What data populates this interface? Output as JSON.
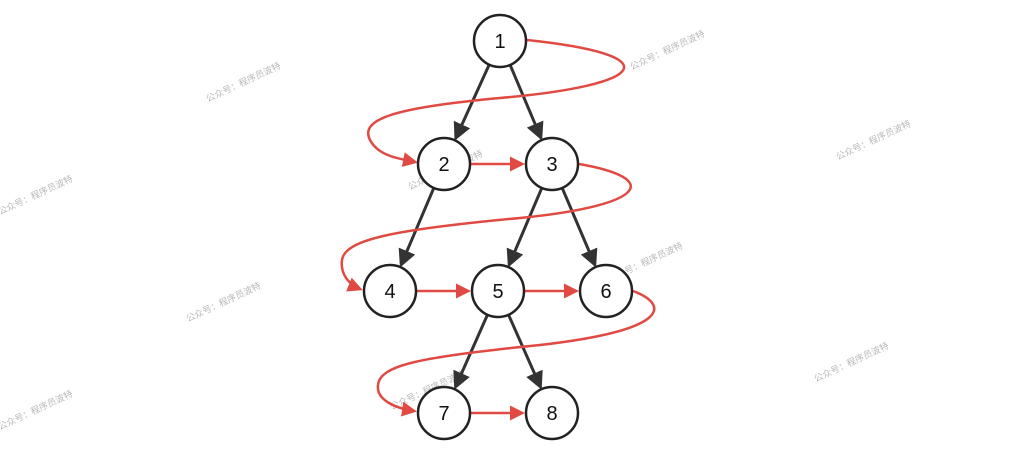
{
  "diagram": {
    "type": "binary-tree-level-order-traversal",
    "nodes": [
      {
        "id": 1,
        "label": "1"
      },
      {
        "id": 2,
        "label": "2"
      },
      {
        "id": 3,
        "label": "3"
      },
      {
        "id": 4,
        "label": "4"
      },
      {
        "id": 5,
        "label": "5"
      },
      {
        "id": 6,
        "label": "6"
      },
      {
        "id": 7,
        "label": "7"
      },
      {
        "id": 8,
        "label": "8"
      }
    ],
    "edges": [
      {
        "from": 1,
        "to": 2
      },
      {
        "from": 1,
        "to": 3
      },
      {
        "from": 2,
        "to": 4
      },
      {
        "from": 3,
        "to": 5
      },
      {
        "from": 3,
        "to": 6
      },
      {
        "from": 5,
        "to": 7
      },
      {
        "from": 5,
        "to": 8
      }
    ],
    "traversal_order": [
      1,
      2,
      3,
      4,
      5,
      6,
      7,
      8
    ]
  },
  "colors": {
    "node_stroke": "#222222",
    "edge": "#333333",
    "traversal": "#e04a42",
    "watermark": "#b8b8b8"
  },
  "watermark": {
    "text": "公众号：程序员波特"
  }
}
